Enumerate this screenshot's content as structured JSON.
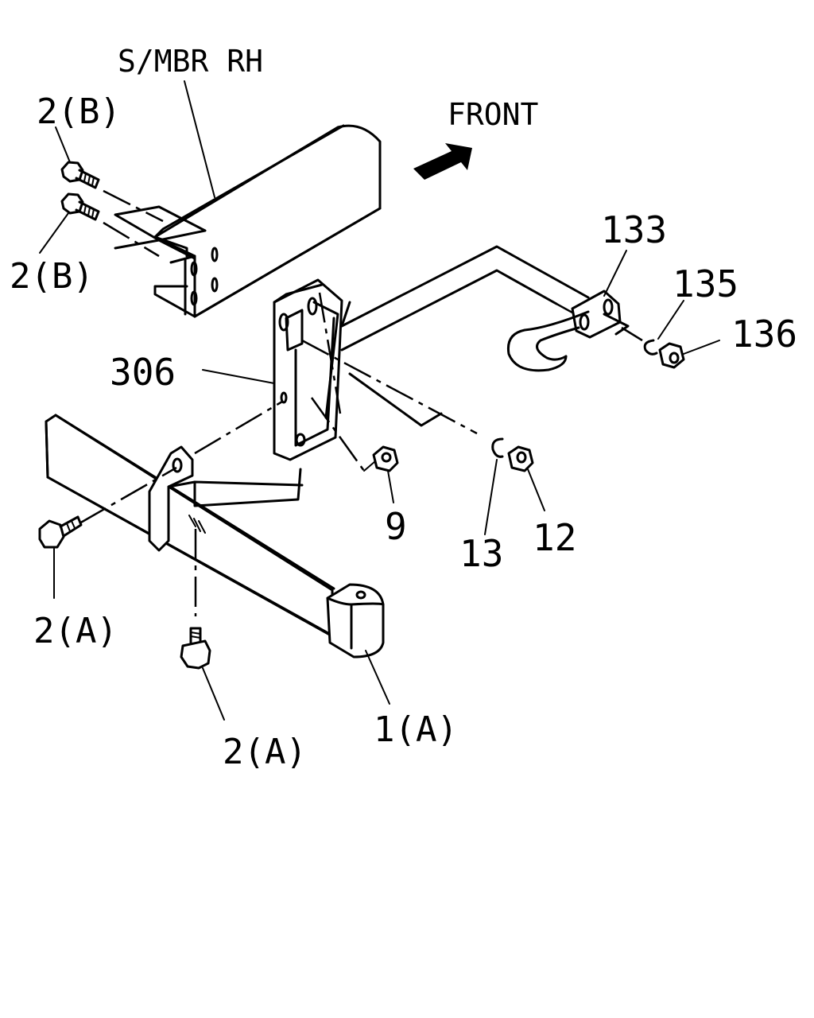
{
  "labels": {
    "s_mbr_rh": "S/MBR RH",
    "front": "FRONT",
    "p2b_top": "2(B)",
    "p2b_mid": "2(B)",
    "p133": "133",
    "p135": "135",
    "p136": "136",
    "p306": "306",
    "p9": "9",
    "p13": "13",
    "p12": "12",
    "p2a_left": "2(A)",
    "p2a_bottom": "2(A)",
    "p1a": "1(A)"
  },
  "colors": {
    "ink": "#000000",
    "paper": "#ffffff"
  },
  "icons": {
    "front_direction": "arrow-icon"
  }
}
